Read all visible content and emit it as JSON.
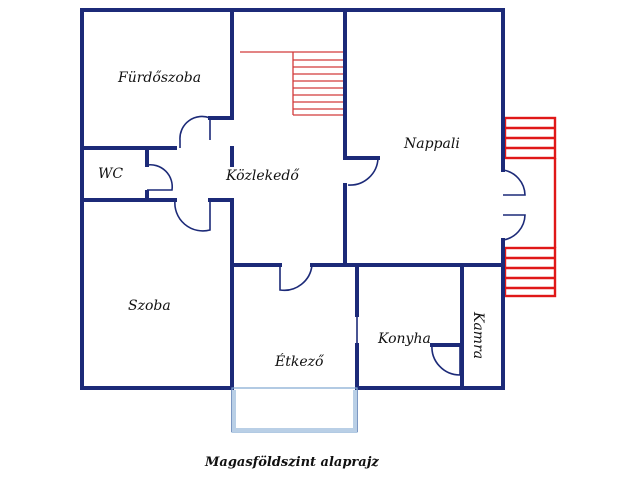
{
  "rooms": {
    "furdoszoba": "Fürdőszoba",
    "wc": "WC",
    "kozlekedo": "Közlekedő",
    "nappali": "Nappali",
    "szoba": "Szoba",
    "etkezo": "Étkező",
    "konyha": "Konyha",
    "kamra": "Kamra"
  },
  "caption": "Magasföldszint alaprajz",
  "colors": {
    "walls": "#1c2a78",
    "windows": "#b9cfe6",
    "stairs": "#d23a3a",
    "balcony": "#e01818"
  }
}
